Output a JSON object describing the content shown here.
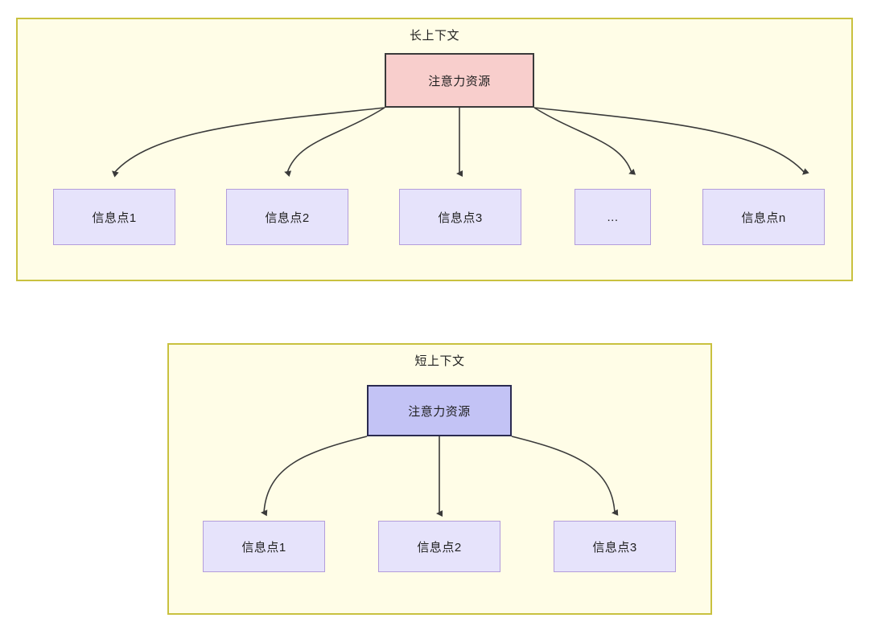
{
  "diagram": {
    "title": "",
    "colors": {
      "group_fill": "#fffde7",
      "group_border": "#c9c13f",
      "root_pink_fill": "#f8cecc",
      "root_pink_border": "#3a3a3a",
      "root_blue_fill": "#c3c3f5",
      "root_blue_border": "#2b2b50",
      "leaf_fill": "#e6e3fb",
      "leaf_border": "#b39ddb",
      "edge_color": "#3a3a3a"
    },
    "groups": [
      {
        "id": "long-context",
        "title": "长上下文",
        "root": {
          "label": "注意力资源"
        },
        "leaves": [
          {
            "label": "信息点1"
          },
          {
            "label": "信息点2"
          },
          {
            "label": "信息点3"
          },
          {
            "label": "..."
          },
          {
            "label": "信息点n"
          }
        ]
      },
      {
        "id": "short-context",
        "title": "短上下文",
        "root": {
          "label": "注意力资源"
        },
        "leaves": [
          {
            "label": "信息点1"
          },
          {
            "label": "信息点2"
          },
          {
            "label": "信息点3"
          }
        ]
      }
    ]
  }
}
